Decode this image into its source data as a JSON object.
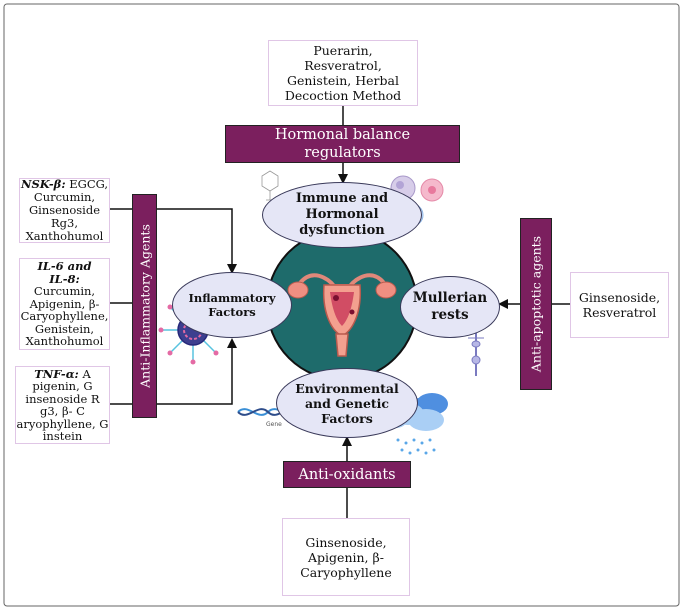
{
  "top_box": {
    "text": "Puerarin,\nResveratrol,\nGenistein, Herbal\nDecoction Method"
  },
  "hormonal_bar": {
    "text": "Hormonal balance\nregulators"
  },
  "anti_inflammatory_bar": {
    "text": "Anti-Inflammatory Agents"
  },
  "anti_apoptotic_bar": {
    "text": "Anti-apoptotic agents"
  },
  "antioxidant_bar": {
    "text": "Anti-oxidants"
  },
  "nsk_box": {
    "label": "NSK-β:",
    "text": " EGCG,\nCurcumin,\nGinsenoside\nRg3,\nXanthohumol"
  },
  "il_box": {
    "label": "IL-6 and\nIL-8:",
    "text": "\nCurcumin,\nApigenin, β-\nCaryophyllene,\nGenistein,\nXanthohumol"
  },
  "tnf_box": {
    "label": "TNF-α:",
    "text": " A\npigenin, G\ninsenoside R\ng3, β- C\naryophyllene, G\ninstein"
  },
  "right_box": {
    "text": "Ginsenoside,\nResveratrol"
  },
  "bottom_box": {
    "text": "Ginsenoside,\nApigenin, β-\nCaryophyllene"
  },
  "immune_ellipse": {
    "text": "Immune and\nHormonal\ndysfunction"
  },
  "inflammatory_ellipse": {
    "text": "Inflammatory\nFactors"
  },
  "mullerian_ellipse": {
    "text": "Mullerian\nrests"
  },
  "environmental_ellipse": {
    "text": "Environmental\nand Genetic\nFactors"
  },
  "dna_label": {
    "text": "Gene"
  },
  "colors": {
    "bar": "#7b1f5e",
    "circle": "#1e6b6b",
    "ellipse": "#e5e6f6",
    "box_border": "#e0c6e6"
  }
}
